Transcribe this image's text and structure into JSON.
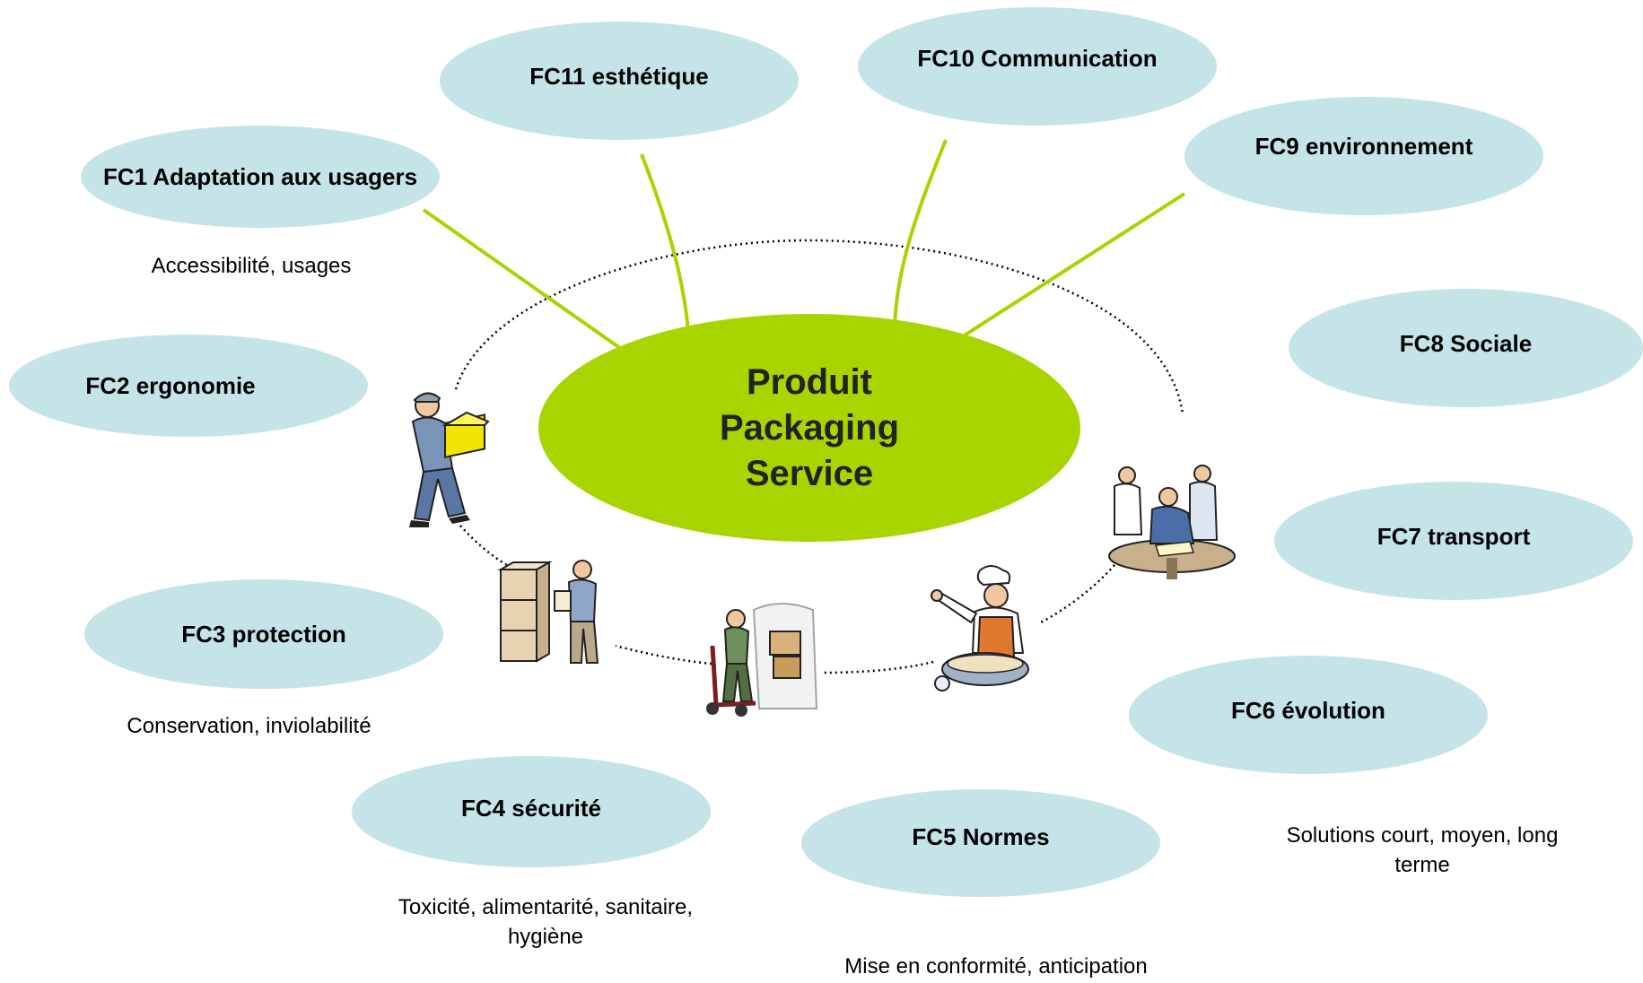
{
  "center": {
    "label": "Produit\nPackaging\nService"
  },
  "functions": [
    {
      "id": "fc1",
      "label": "FC1 Adaptation aux usagers",
      "note": "Accessibilité, usages"
    },
    {
      "id": "fc2",
      "label": "FC2 ergonomie"
    },
    {
      "id": "fc3",
      "label": "FC3 protection",
      "note": "Conservation, inviolabilité"
    },
    {
      "id": "fc4",
      "label": "FC4 sécurité",
      "note": "Toxicité, alimentarité, sanitaire, hygiène"
    },
    {
      "id": "fc5",
      "label": "FC5 Normes",
      "note": "Mise en conformité, anticipation"
    },
    {
      "id": "fc6",
      "label": "FC6 évolution",
      "note": "Solutions court, moyen, long terme"
    },
    {
      "id": "fc7",
      "label": "FC7 transport"
    },
    {
      "id": "fc8",
      "label": "FC8 Sociale"
    },
    {
      "id": "fc9",
      "label": "FC9 environnement"
    },
    {
      "id": "fc10",
      "label": "FC10 Communication"
    },
    {
      "id": "fc11",
      "label": "FC11 esthétique"
    }
  ],
  "colors": {
    "center_fill": "#a8d400",
    "bubble_fill": "#c5e4e7",
    "connector": "#a8d400",
    "loop": "#000000"
  },
  "illustrations": [
    "worker-carrying-box-icon",
    "worker-inventory-boxes-icon",
    "worker-hand-truck-icon",
    "chef-mixing-icon",
    "business-meeting-icon"
  ]
}
